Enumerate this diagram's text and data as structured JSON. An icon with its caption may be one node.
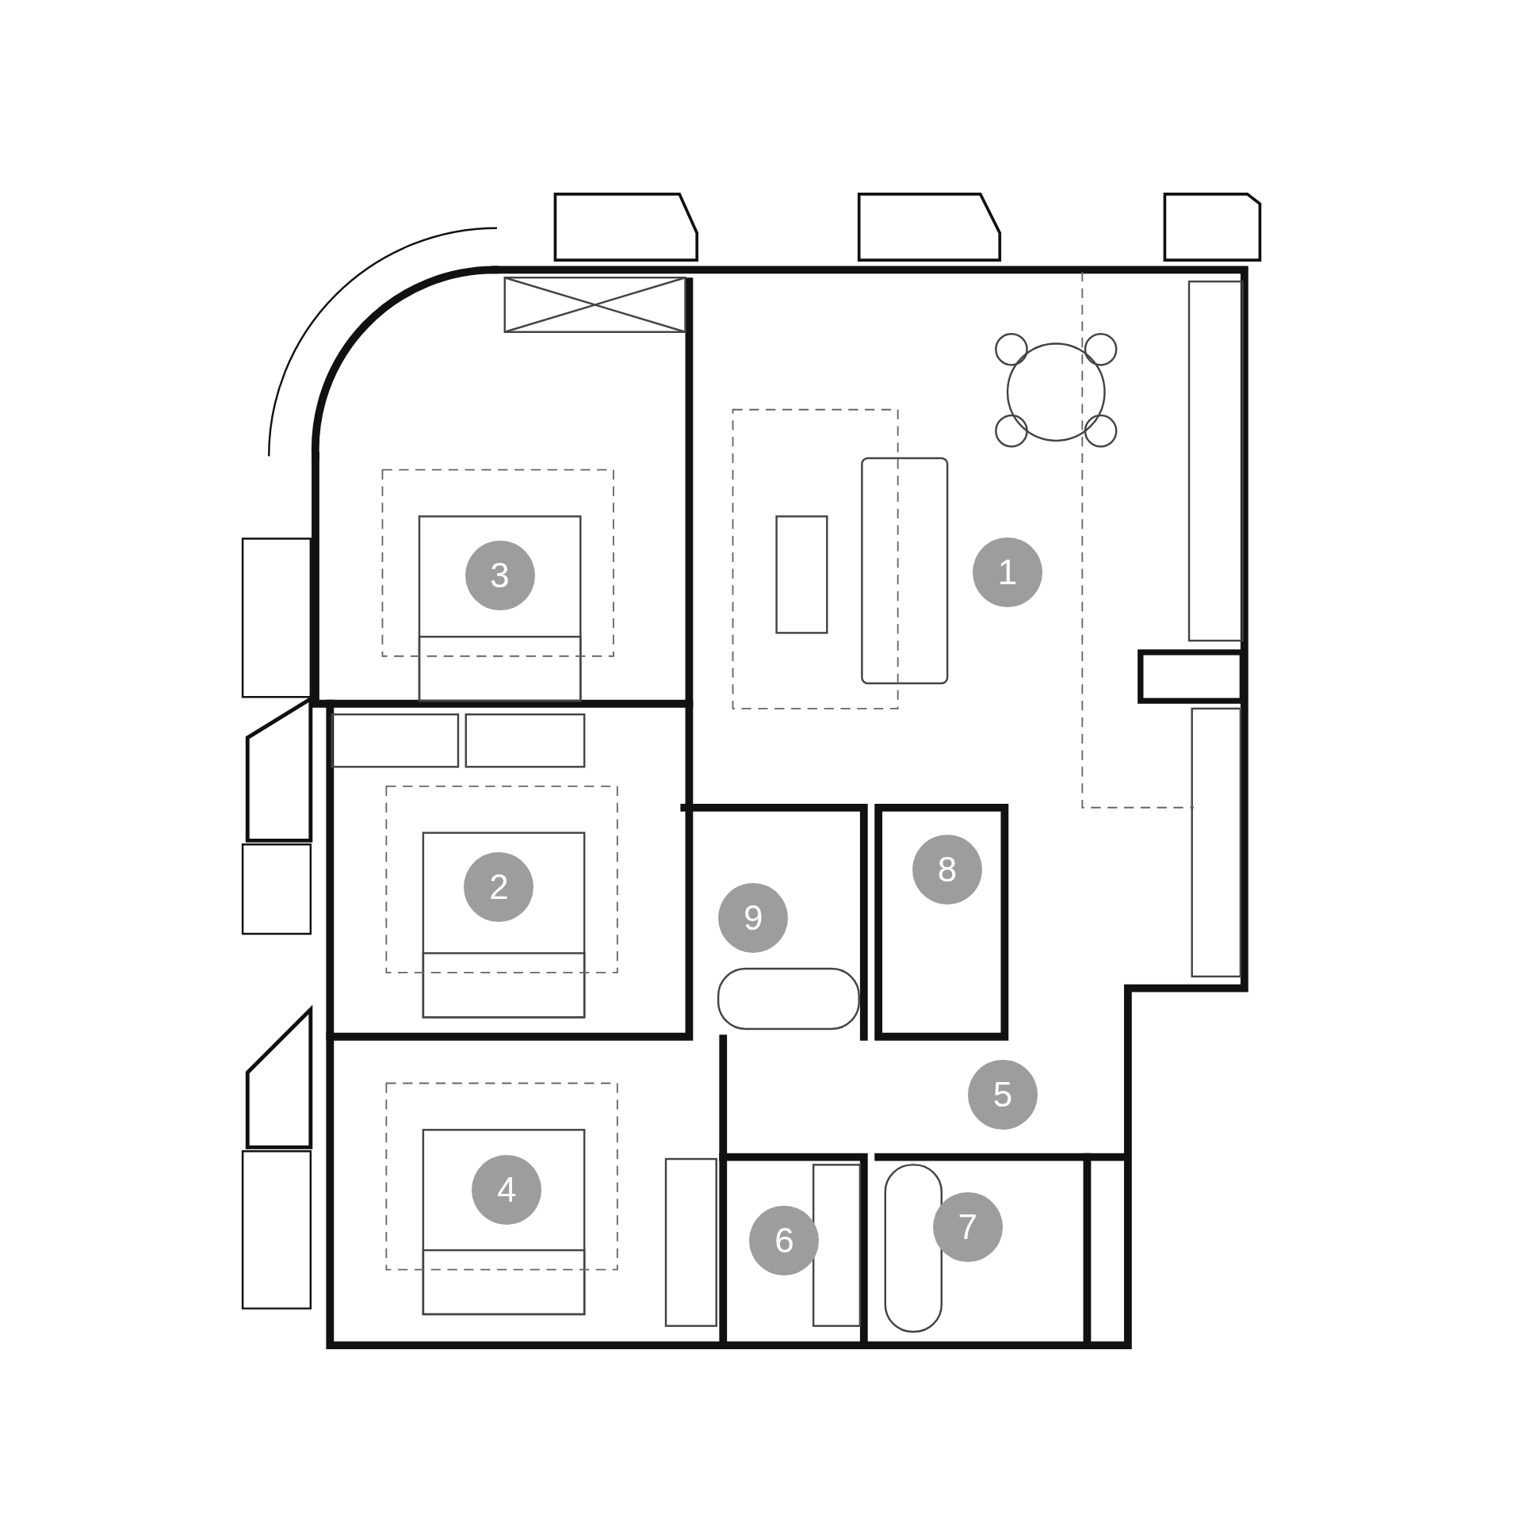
{
  "diagram": {
    "nodes": [
      {
        "text": [
          "1"
        ]
      },
      {
        "text": [
          "2"
        ]
      },
      {
        "text": [
          "3"
        ]
      },
      {
        "text": [
          "4"
        ]
      },
      {
        "text": [
          "5"
        ]
      },
      {
        "text": [
          "6"
        ]
      },
      {
        "text": [
          "7"
        ]
      },
      {
        "text": [
          "8"
        ]
      },
      {
        "text": [
          "9"
        ]
      }
    ]
  }
}
